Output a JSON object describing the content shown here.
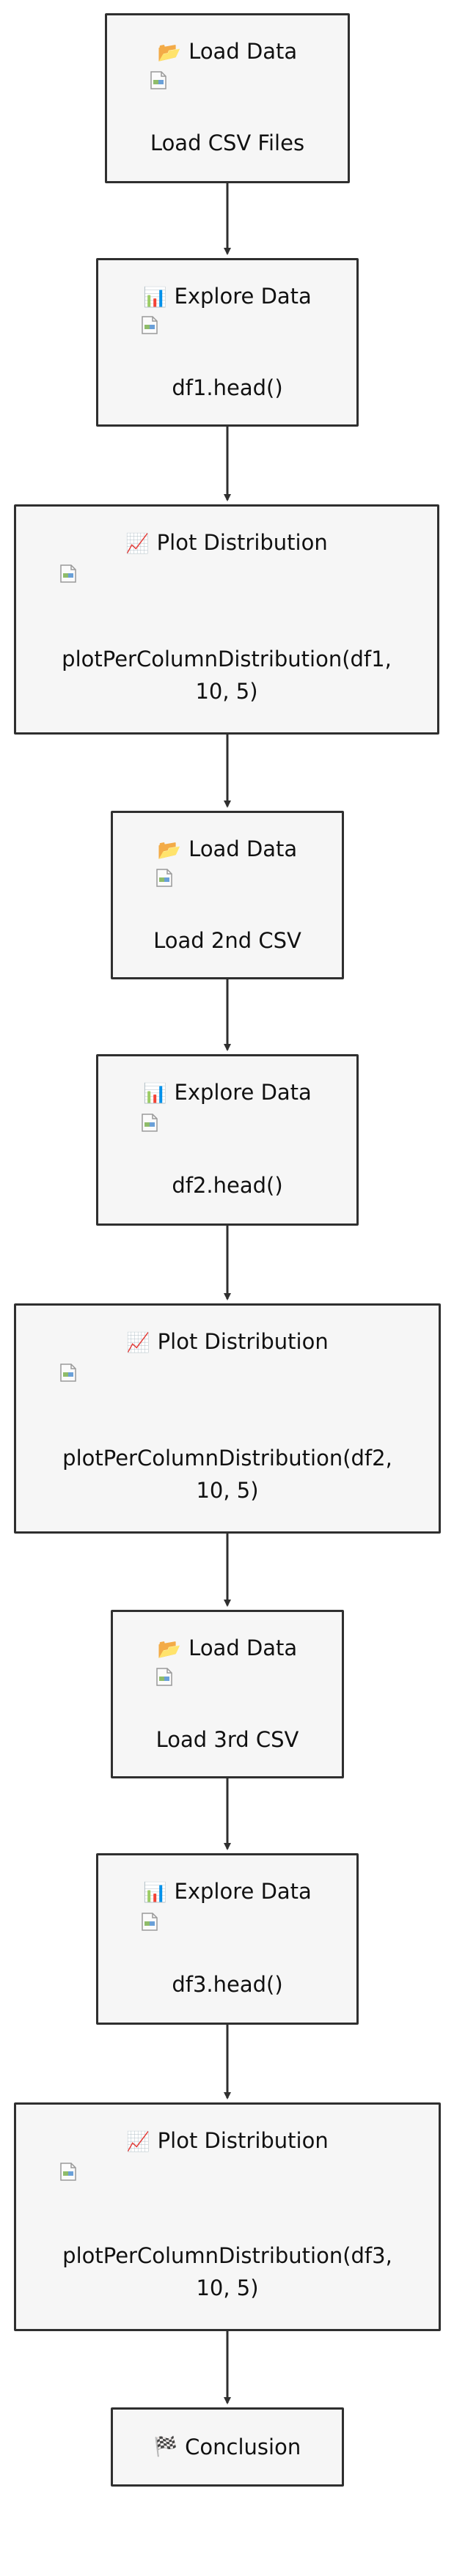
{
  "icons": {
    "load": "folder-icon",
    "explore": "bar-chart-icon",
    "plot": "line-chart-icon",
    "conclusion": "checkered-flag-icon"
  },
  "nodes": [
    {
      "title": "Load Data",
      "emoji": "📂",
      "body": "Load CSV Files"
    },
    {
      "title": "Explore Data",
      "emoji": "📊",
      "body": "df1.head()"
    },
    {
      "title": "Plot Distribution",
      "emoji": "📈",
      "body": "plotPerColumnDistribution(df1, 10, 5)"
    },
    {
      "title": "Load Data",
      "emoji": "📂",
      "body": "Load 2nd CSV"
    },
    {
      "title": "Explore Data",
      "emoji": "📊",
      "body": "df2.head()"
    },
    {
      "title": "Plot Distribution",
      "emoji": "📈",
      "body": "plotPerColumnDistribution(df2, 10, 5)"
    },
    {
      "title": "Load Data",
      "emoji": "📂",
      "body": "Load 3rd CSV"
    },
    {
      "title": "Explore Data",
      "emoji": "📊",
      "body": "df3.head()"
    },
    {
      "title": "Plot Distribution",
      "emoji": "📈",
      "body": "plotPerColumnDistribution(df3, 10, 5)"
    },
    {
      "title": "Conclusion",
      "emoji": "🏁"
    }
  ]
}
